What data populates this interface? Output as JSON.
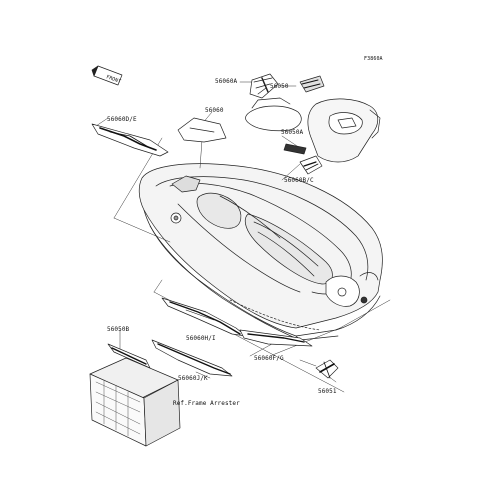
{
  "diagram_id": "F3860A",
  "front_mark": "FRONT",
  "labels": {
    "p56060A": "56060A",
    "p56050": "56050",
    "p56060": "56060",
    "p56060DE": "56060D/E",
    "p56050A": "56050A",
    "p56060BC": "56060B/C",
    "p56060HI": "56060H/I",
    "p56050B": "56050B",
    "p56060FG": "56060F/G",
    "p56060JK": "56060J/K",
    "p56051": "56051",
    "ref_frame_arrester": "Ref.Frame Arrester"
  }
}
